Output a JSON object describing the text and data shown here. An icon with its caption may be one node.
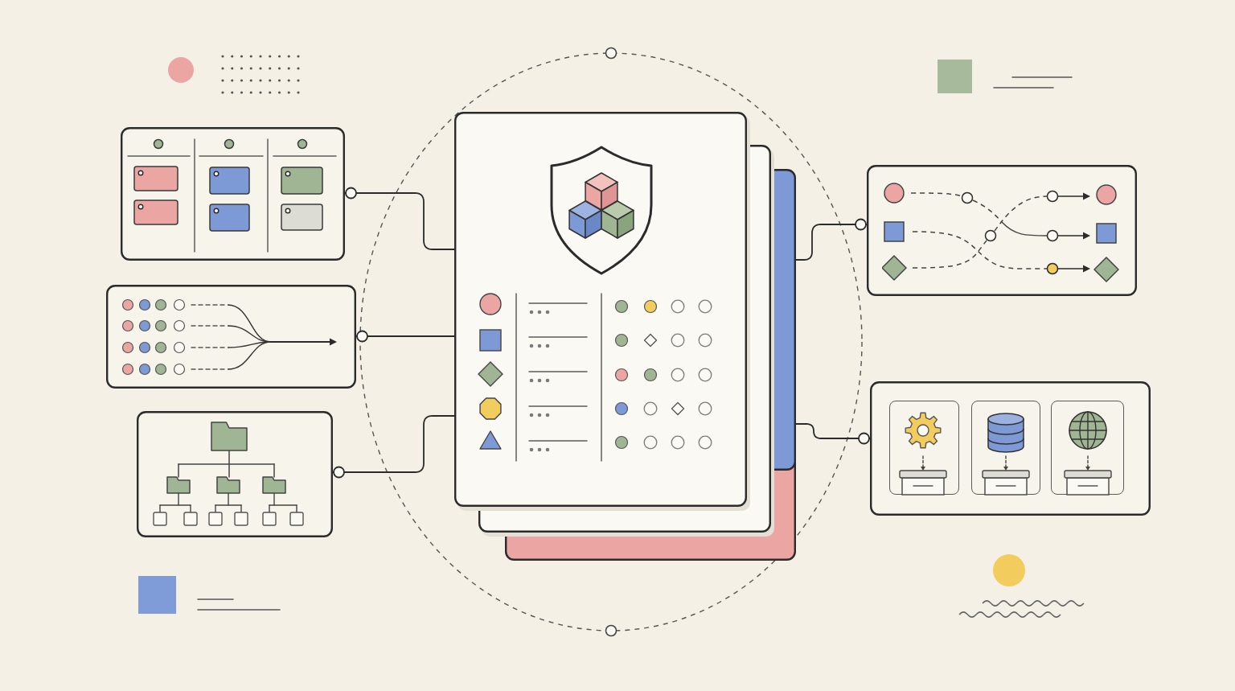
{
  "diagram": {
    "nodes": [
      {
        "text": [],
        "shape": "box"
      },
      {
        "text": [],
        "shape": "box"
      },
      {
        "text": [],
        "shape": "box"
      },
      {
        "text": [],
        "shape": "box"
      },
      {
        "text": [],
        "shape": "box"
      },
      {
        "text": [],
        "shape": "box"
      }
    ],
    "edges": [
      {
        "from": 0,
        "to": 3,
        "arrow": "other"
      },
      {
        "from": 1,
        "to": 3,
        "arrow": "other"
      },
      {
        "from": 2,
        "to": 3,
        "arrow": "other"
      },
      {
        "from": 4,
        "to": 3,
        "arrow": "other"
      },
      {
        "from": 5,
        "to": 3,
        "arrow": "other"
      }
    ]
  }
}
